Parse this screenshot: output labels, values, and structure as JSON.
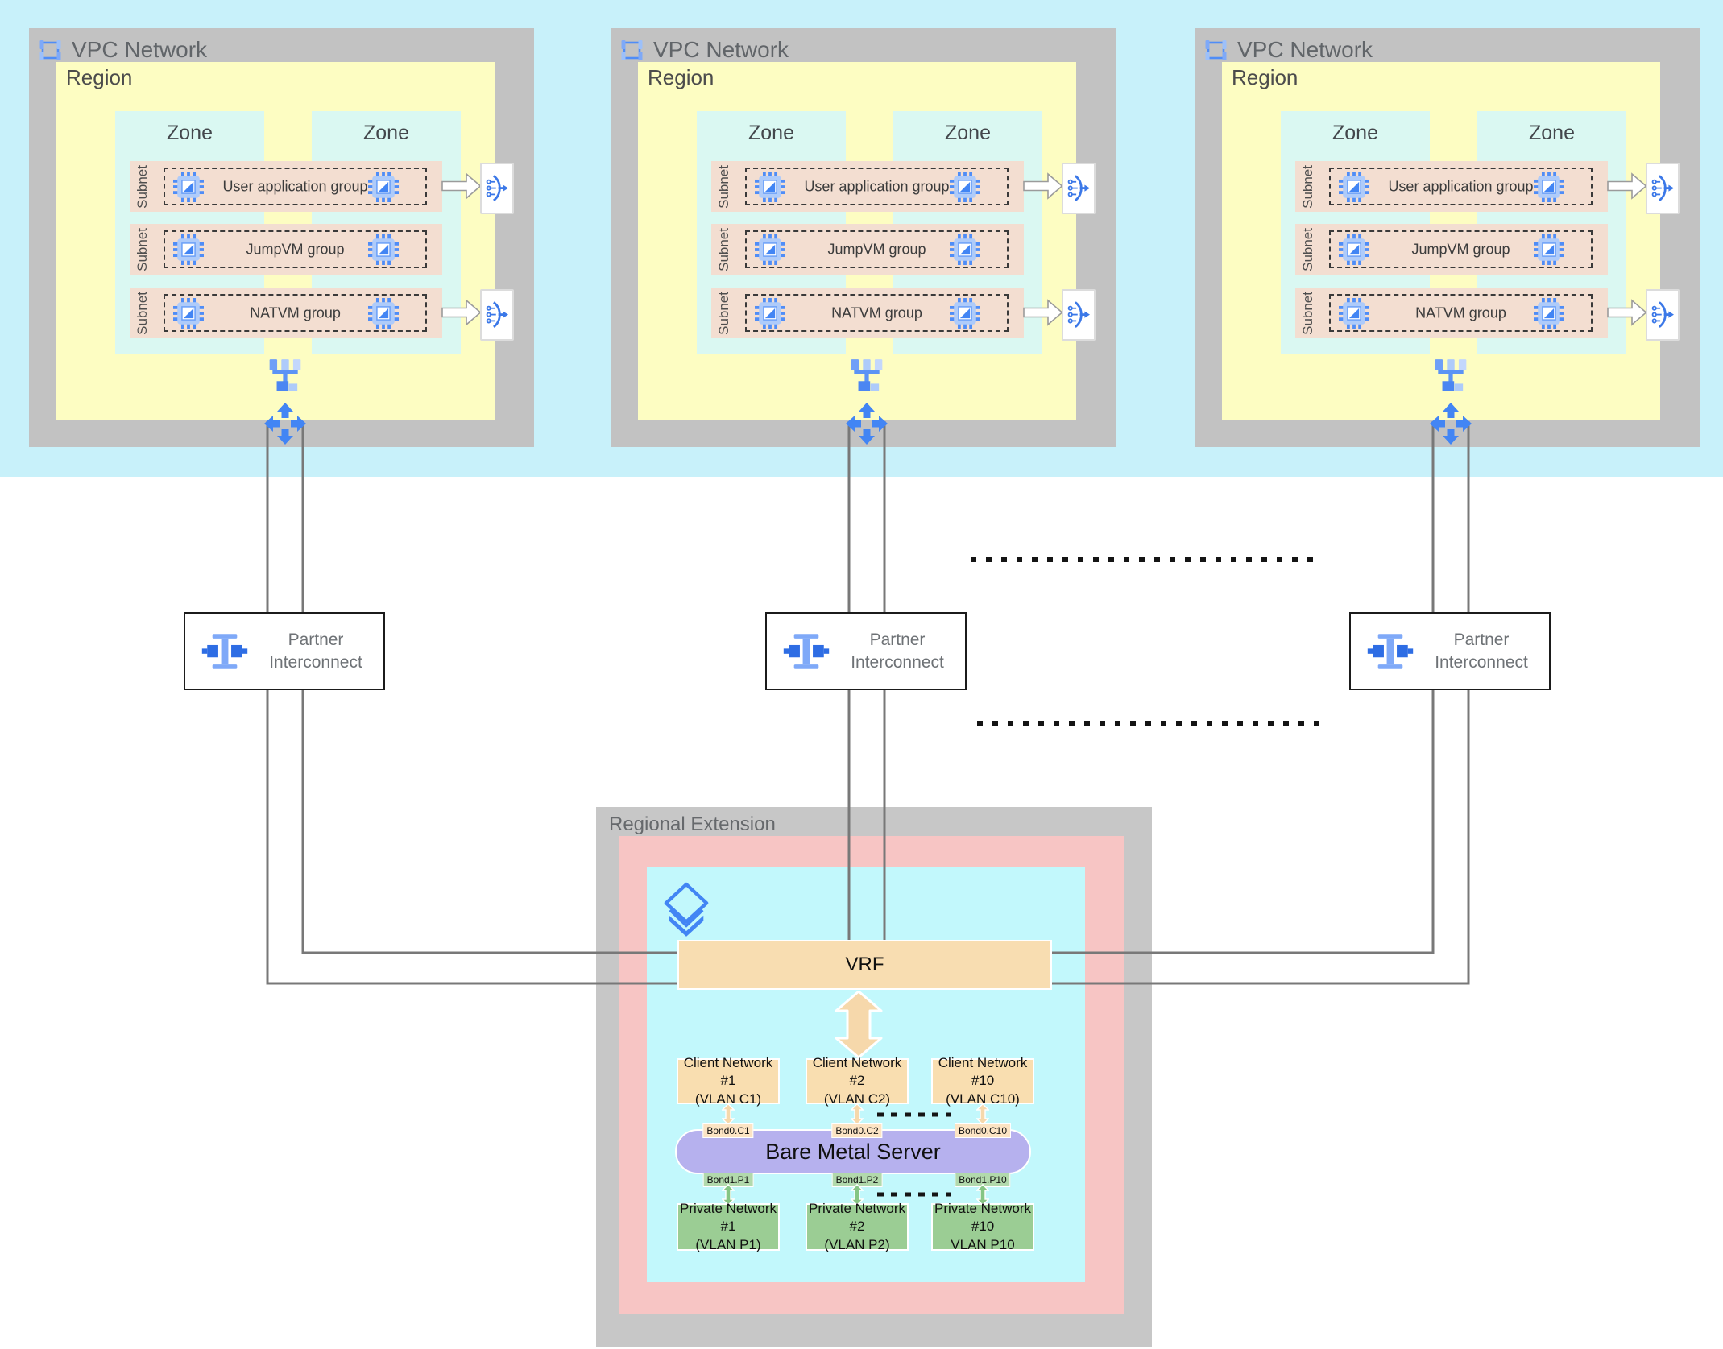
{
  "diagram": {
    "vpc_networks": [
      {
        "title": "VPC Network",
        "region": {
          "label": "Region",
          "zones": [
            "Zone",
            "Zone"
          ],
          "subnets": [
            {
              "label": "Subnet",
              "group": "User application group"
            },
            {
              "label": "Subnet",
              "group": "JumpVM group"
            },
            {
              "label": "Subnet",
              "group": "NATVM group"
            }
          ]
        }
      },
      {
        "title": "VPC Network",
        "region": {
          "label": "Region",
          "zones": [
            "Zone",
            "Zone"
          ],
          "subnets": [
            {
              "label": "Subnet",
              "group": "User application group"
            },
            {
              "label": "Subnet",
              "group": "JumpVM group"
            },
            {
              "label": "Subnet",
              "group": "NATVM group"
            }
          ]
        }
      },
      {
        "title": "VPC Network",
        "region": {
          "label": "Region",
          "zones": [
            "Zone",
            "Zone"
          ],
          "subnets": [
            {
              "label": "Subnet",
              "group": "User application group"
            },
            {
              "label": "Subnet",
              "group": "JumpVM group"
            },
            {
              "label": "Subnet",
              "group": "NATVM group"
            }
          ]
        }
      }
    ],
    "interconnects": [
      {
        "line1": "Partner",
        "line2": "Interconnect"
      },
      {
        "line1": "Partner",
        "line2": "Interconnect"
      },
      {
        "line1": "Partner",
        "line2": "Interconnect"
      }
    ],
    "regional_extension": {
      "title": "Regional Extension",
      "vrf_label": "VRF",
      "server_label": "Bare Metal Server",
      "client_networks": [
        {
          "name": "Client Network #1",
          "vlan": "(VLAN C1)",
          "bond": "Bond0.C1"
        },
        {
          "name": "Client Network #2",
          "vlan": "(VLAN C2)",
          "bond": "Bond0.C2"
        },
        {
          "name": "Client Network #10",
          "vlan": "(VLAN C10)",
          "bond": "Bond0.C10"
        }
      ],
      "private_networks": [
        {
          "line1": "Private Network #1",
          "line2": "(VLAN P1)",
          "bond": "Bond1.P1"
        },
        {
          "line1": "Private Network #2",
          "line2": "(VLAN P2)",
          "bond": "Bond1.P2"
        },
        {
          "line1": "Private Network",
          "line2": "#10",
          "line3": "VLAN P10",
          "bond": "Bond1.P10"
        }
      ]
    },
    "icons": {
      "vpc-network-icon": "blue selection frame",
      "vm-instance-icon": "blue compute chip",
      "load-balancer-icon": "blue arc with prongs and arrow",
      "network-hub-icon": "blue network tree",
      "cloud-router-icon": "blue four-way arrows",
      "partner-interconnect-icon": "blue I-beam with connectors",
      "bare-metal-layers-icon": "blue stacked diamonds"
    },
    "colors": {
      "top_band": "#c8f1fa",
      "vpc_gray": "#c2c2c2",
      "region_yellow": "#fdfdc2",
      "zone_cyan": "#daf8f2",
      "subnet_pink": "#f3ded1",
      "accent_blue": "#4285f4",
      "rext_gray": "#c7c7c7",
      "rext_pink": "#f7c5c4",
      "rext_cyan": "#c2f8fc",
      "vrf_orange": "#f8ddb1",
      "client_orange": "#f9deb0",
      "server_purple": "#b6b1ee",
      "private_green": "#9bcd94",
      "line_gray": "#787878"
    }
  }
}
